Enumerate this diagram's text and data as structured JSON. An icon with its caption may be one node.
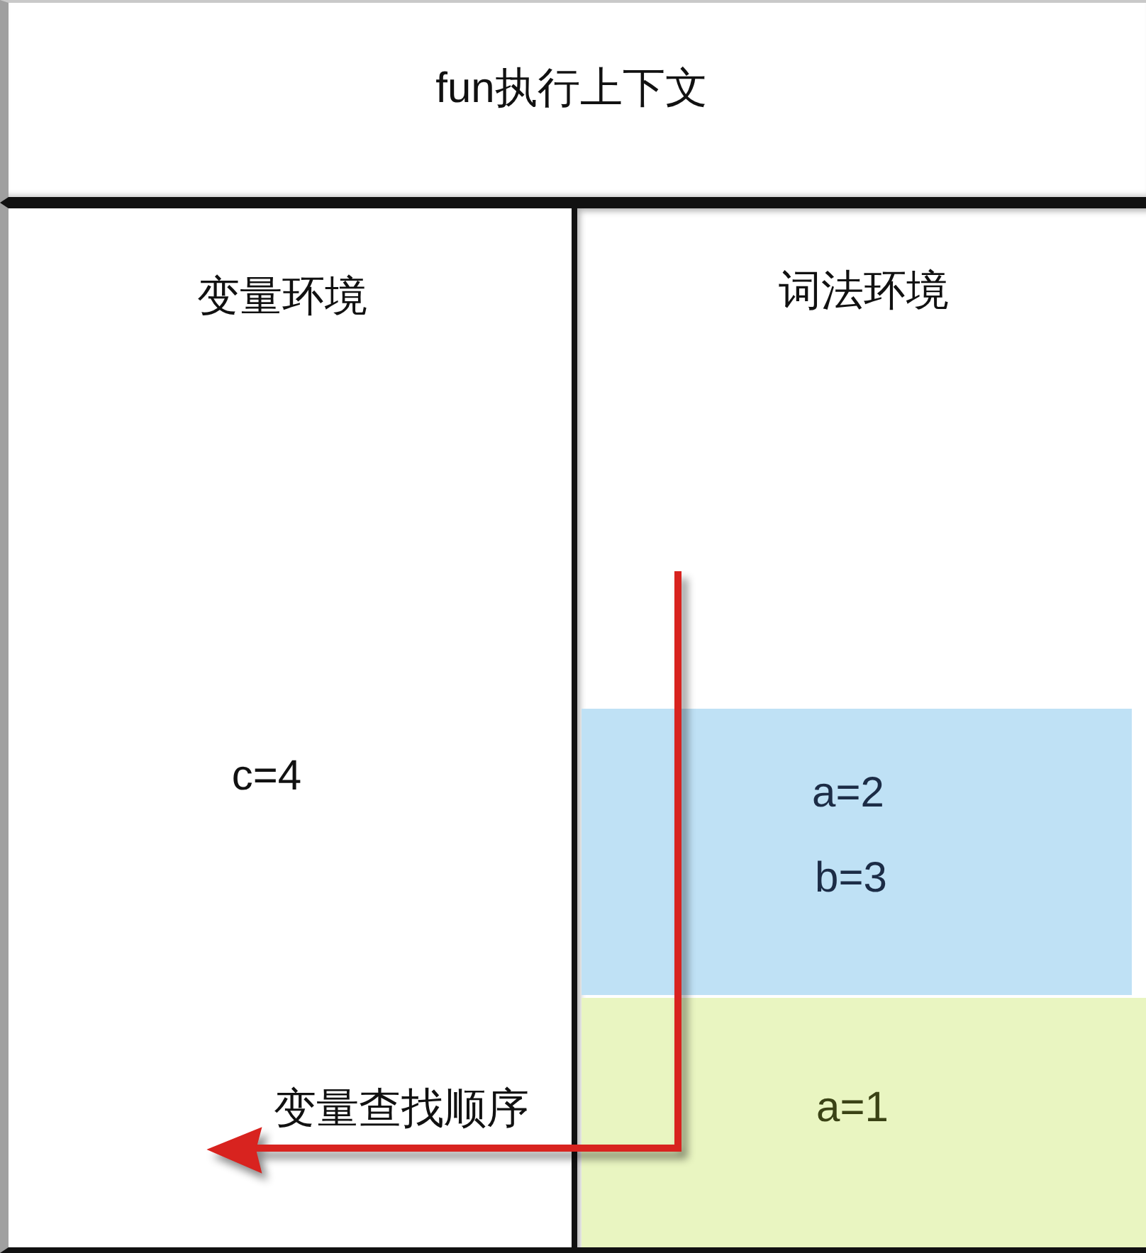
{
  "diagram": {
    "nodes": [
      {
        "text": [
          "fun执行上下文"
        ]
      },
      {
        "text": [
          "变量环境",
          "c=4"
        ]
      },
      {
        "text": [
          "词法环境"
        ]
      },
      {
        "text": [
          "a=2",
          "b=3"
        ],
        "in": 2
      },
      {
        "text": [
          "a=1"
        ],
        "in": 2
      }
    ],
    "labels": [
      "变量查找顺序"
    ]
  }
}
